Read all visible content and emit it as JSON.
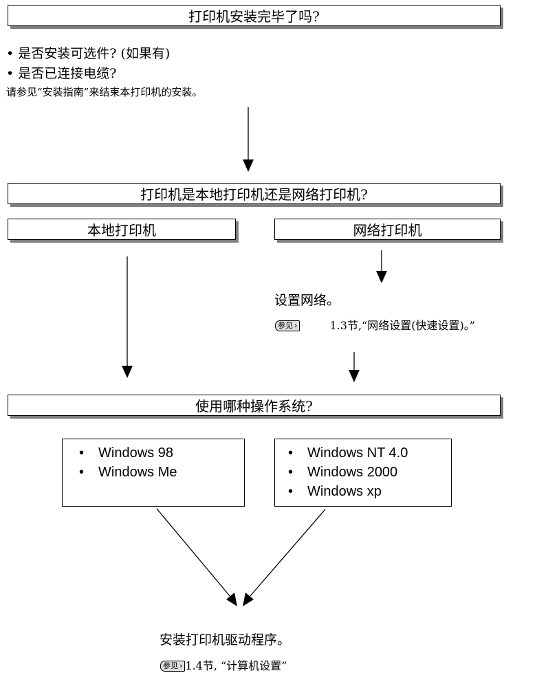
{
  "q1": {
    "title": "打印机安装完毕了吗?",
    "checks": [
      "是否安装可选件? (如果有)",
      "是否已连接电缆?"
    ],
    "note": "请参见“安装指南”来结束本打印机的安装。"
  },
  "q2": {
    "title": "打印机是本地打印机还是网络打印机?",
    "local": "本地打印机",
    "network": "网络打印机"
  },
  "network_setup": {
    "text": "设置网络。",
    "ref_label": "参见",
    "ref_text": "1.3节,“网络设置(快速设置)。”"
  },
  "q3": {
    "title": "使用哪种操作系统?",
    "group_a": [
      "Windows 98",
      "Windows Me"
    ],
    "group_b": [
      "Windows NT 4.0",
      "Windows 2000",
      "Windows xp"
    ]
  },
  "result": {
    "text": "安装打印机驱动程序。",
    "ref_label": "参见",
    "ref_text": "1.4节, “计算机设置”"
  }
}
